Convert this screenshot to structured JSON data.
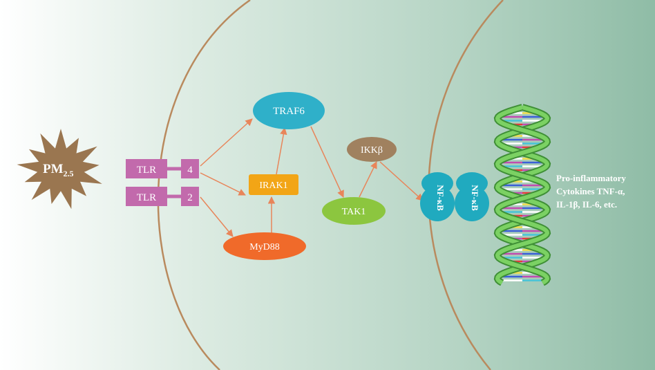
{
  "diagram": {
    "stimulus": {
      "label": "PM",
      "subscript": "2.5"
    },
    "receptors": [
      {
        "name": "TLR",
        "partner": "4"
      },
      {
        "name": "TLR",
        "partner": "2"
      }
    ],
    "nodes": {
      "traf6": "TRAF6",
      "irak1": "IRAK1",
      "myd88": "MyD88",
      "tak1": "TAK1",
      "ikkb": "IKKβ",
      "nfkb_1": "NF-κB",
      "nfkb_2": "NF-κB"
    },
    "output_text": [
      "Pro-inflammatory",
      "Cytokines TNF-α,",
      "IL-1β, IL-6, etc."
    ],
    "colors": {
      "membrane": "#b98a5e",
      "pm_star": "#9a7650",
      "tlr": "#c26aac",
      "traf6": "#2fb0c9",
      "irak1": "#f2a516",
      "myd88": "#f06a2a",
      "tak1": "#8cc63f",
      "ikkb": "#a0815f",
      "nfkb": "#20aabf",
      "arrow": "#e8855a",
      "dna_strand": "#5db84e"
    }
  }
}
